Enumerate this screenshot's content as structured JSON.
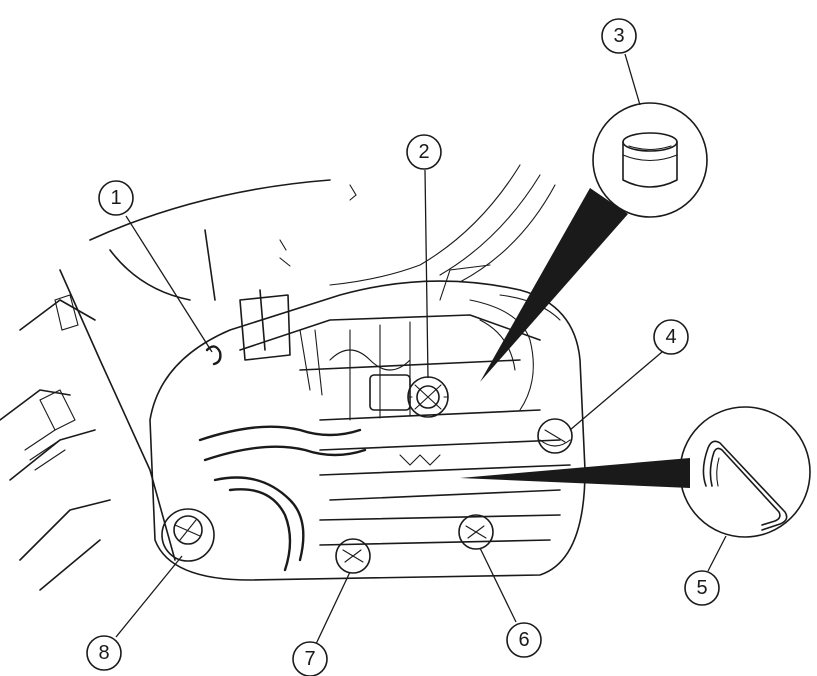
{
  "callouts": {
    "c1": "1",
    "c2": "2",
    "c3": "3",
    "c4": "4",
    "c5": "5",
    "c6": "6",
    "c7": "7",
    "c8": "8"
  },
  "colors": {
    "ink": "#1a1a1a",
    "background": "#ffffff"
  },
  "icons": [
    "oil-filter-icon",
    "drive-belt-icon"
  ]
}
